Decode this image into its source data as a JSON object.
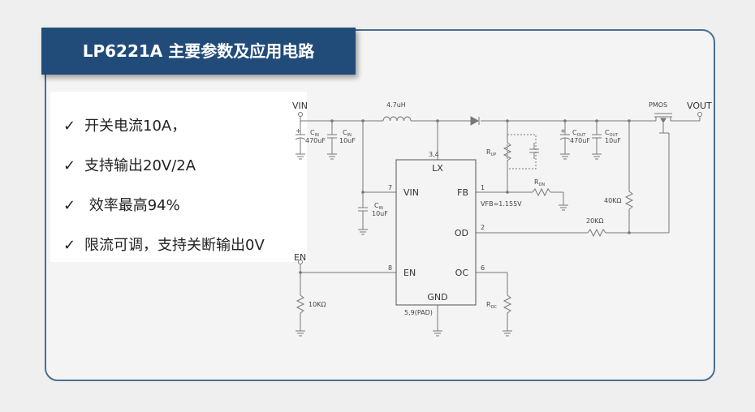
{
  "title": "LP6221A 主要参数及应用电路",
  "bullets": [
    {
      "check": "✓",
      "text": "开关电流10A，"
    },
    {
      "check": "✓",
      "text": "支持输出20V/2A"
    },
    {
      "check": "✓",
      "text": " 效率最高94%"
    },
    {
      "check": "✓",
      "text": "限流可调，支持关断输出0V"
    }
  ],
  "schematic": {
    "vin": "VIN",
    "vout": "VOUT",
    "en": "EN",
    "inductor": "4.7uH",
    "pmos": "PMOS",
    "cin1": "C",
    "cin1_sub": "IN",
    "cin1_val": "470uF",
    "cin2": "C",
    "cin2_sub": "IN",
    "cin2_val": "10uF",
    "cin3": "C",
    "cin3_sub": "IN",
    "cin3_val": "10uF",
    "cout1": "C",
    "cout1_sub": "OUT",
    "cout1_val": "470uF",
    "cout2": "C",
    "cout2_sub": "OUT",
    "cout2_val": "10uF",
    "rup": "R",
    "rup_sub": "UP",
    "rdn": "R",
    "rdn_sub": "DN",
    "roc": "R",
    "roc_sub": "OC",
    "r40k": "40KΩ",
    "r20k": "20KΩ",
    "r10k": "10KΩ",
    "vfb": "VFB=1.155V",
    "ic_lx": "LX",
    "ic_vin": "VIN",
    "ic_fb": "FB",
    "ic_od": "OD",
    "ic_en": "EN",
    "ic_oc": "OC",
    "ic_gnd": "GND",
    "pin_lx": "3,4",
    "pin_vin": "7",
    "pin_fb": "1",
    "pin_od": "2",
    "pin_en": "8",
    "pin_oc": "6",
    "pin_gnd": "5,9(PAD)",
    "plus": "+"
  }
}
